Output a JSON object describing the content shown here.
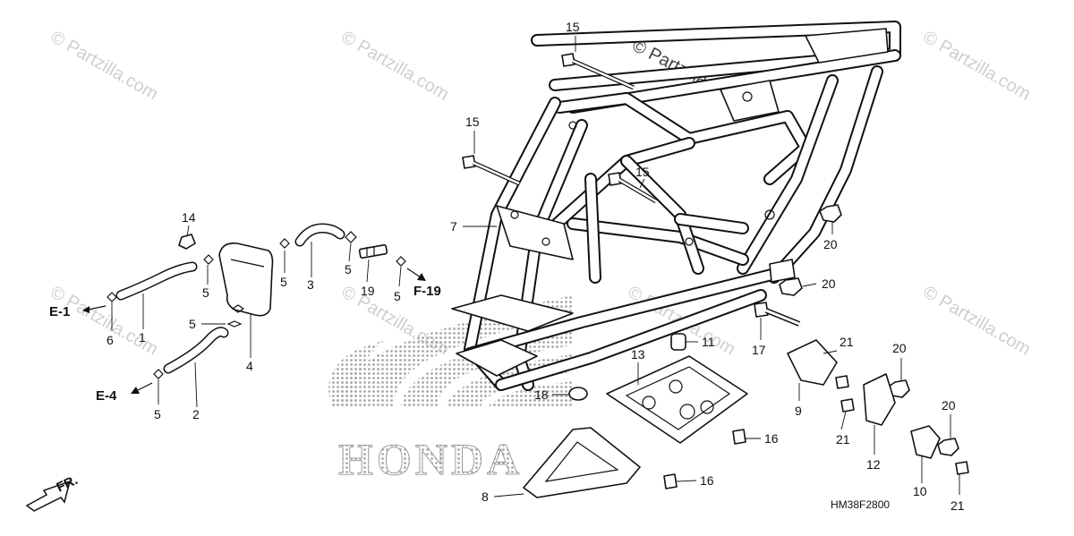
{
  "watermarks": {
    "main": "© Partzilla",
    "repeat": "© Partzilla.com"
  },
  "brand_text": "HONDA",
  "diagram_code": "HM38F2800",
  "front_arrow_label": "FR.",
  "refs": {
    "e1": "E-1",
    "e4": "E-4",
    "f19": "F-19"
  },
  "callouts": {
    "p1": "1",
    "p2": "2",
    "p3": "3",
    "p4": "4",
    "p5a": "5",
    "p5b": "5",
    "p5c": "5",
    "p5d": "5",
    "p5e": "5",
    "p5f": "5",
    "p6": "6",
    "p7": "7",
    "p8": "8",
    "p9": "9",
    "p10": "10",
    "p11": "11",
    "p12": "12",
    "p13": "13",
    "p14": "14",
    "p15a": "15",
    "p15b": "15",
    "p15c": "15",
    "p16a": "16",
    "p16b": "16",
    "p17": "17",
    "p18": "18",
    "p19": "19",
    "p20a": "20",
    "p20b": "20",
    "p20c": "20",
    "p20d": "20",
    "p21a": "21",
    "p21b": "21",
    "p21c": "21"
  },
  "colors": {
    "line": "#111111",
    "watermark": "#cfcfcf",
    "logo_dots": "#b8b8b8"
  }
}
